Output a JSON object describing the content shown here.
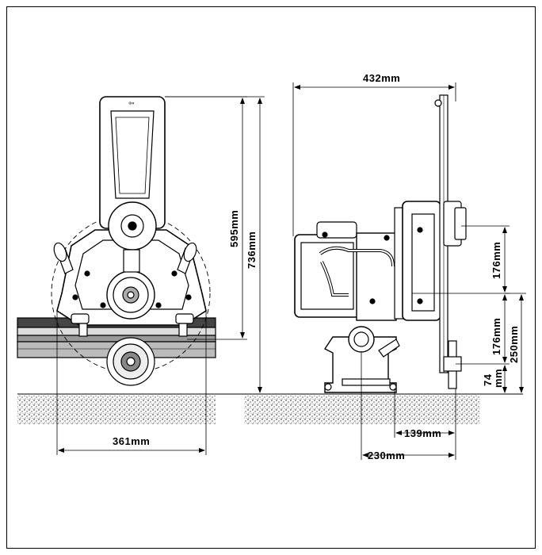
{
  "dimensions": {
    "width_front": "361mm",
    "height_upper": "595mm",
    "height_total": "736mm",
    "width_side": "432mm",
    "upper_176": "176mm",
    "lower_176": "176mm",
    "height_250": "250mm",
    "height_74_line1": "74",
    "height_74_line2": "mm",
    "offset_139": "139mm",
    "offset_230": "230mm"
  }
}
